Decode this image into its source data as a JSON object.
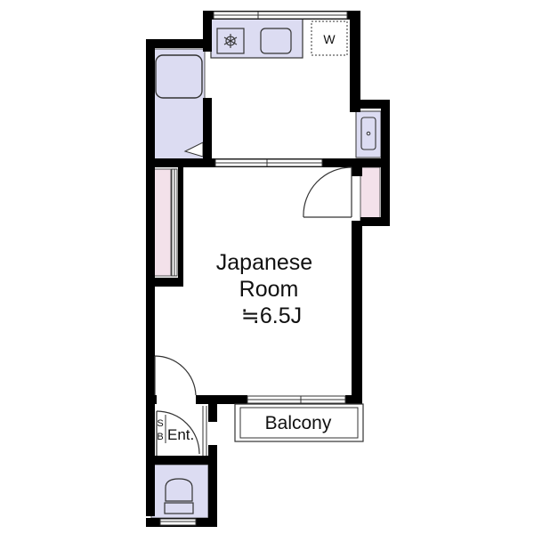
{
  "rooms": {
    "main_room_name_line1": "Japanese",
    "main_room_name_line2": "Room",
    "main_room_size": "≒6.5J",
    "balcony": "Balcony",
    "entrance": "Ent.",
    "shoe_box_top": "S",
    "shoe_box_bottom": "B",
    "washer": "W"
  },
  "colors": {
    "wall": "#000000",
    "fixture_fill": "#dcdcf2",
    "closet_fill": "#f3e1ea",
    "line": "#333333"
  }
}
